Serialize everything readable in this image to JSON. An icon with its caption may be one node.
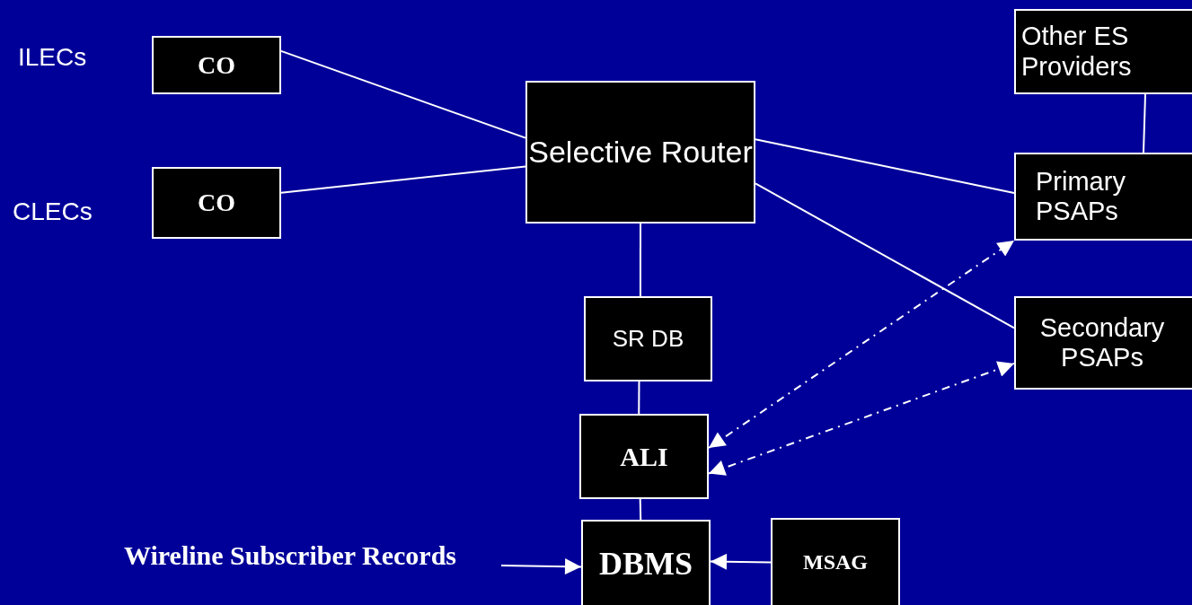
{
  "diagram": {
    "nodes": [
      {
        "text": [
          "CO"
        ],
        "beside": [
          "ILECs"
        ]
      },
      {
        "text": [
          "CO"
        ],
        "beside": [
          "CLECs"
        ]
      },
      {
        "text": [
          "Selective Router"
        ]
      },
      {
        "text": [
          "Other ES Providers"
        ]
      },
      {
        "text": [
          "Primary PSAPs"
        ]
      },
      {
        "text": [
          "Secondary PSAPs"
        ]
      },
      {
        "text": [
          "SR DB"
        ]
      },
      {
        "text": [
          "ALI"
        ]
      },
      {
        "text": [
          "DBMS"
        ]
      },
      {
        "text": [
          "MSAG"
        ]
      },
      {
        "text": [
          "Wireline Subscriber Records"
        ]
      }
    ],
    "edges": [
      {
        "from": 0,
        "to": 2,
        "arrow": "none"
      },
      {
        "from": 1,
        "to": 2,
        "arrow": "none"
      },
      {
        "from": 2,
        "to": 4,
        "arrow": "none"
      },
      {
        "from": 2,
        "to": 5,
        "arrow": "none"
      },
      {
        "from": 3,
        "to": 4,
        "arrow": "none"
      },
      {
        "from": 2,
        "to": 6,
        "arrow": "none"
      },
      {
        "from": 6,
        "to": 7,
        "arrow": "none"
      },
      {
        "from": 7,
        "to": 8,
        "arrow": "none"
      },
      {
        "from": 10,
        "to": 8,
        "arrow": "to"
      },
      {
        "from": 9,
        "to": 8,
        "arrow": "to"
      },
      {
        "from": 7,
        "to": 4,
        "arrow": "both",
        "style": "dashed"
      },
      {
        "from": 7,
        "to": 5,
        "arrow": "both",
        "style": "dashed"
      }
    ]
  }
}
